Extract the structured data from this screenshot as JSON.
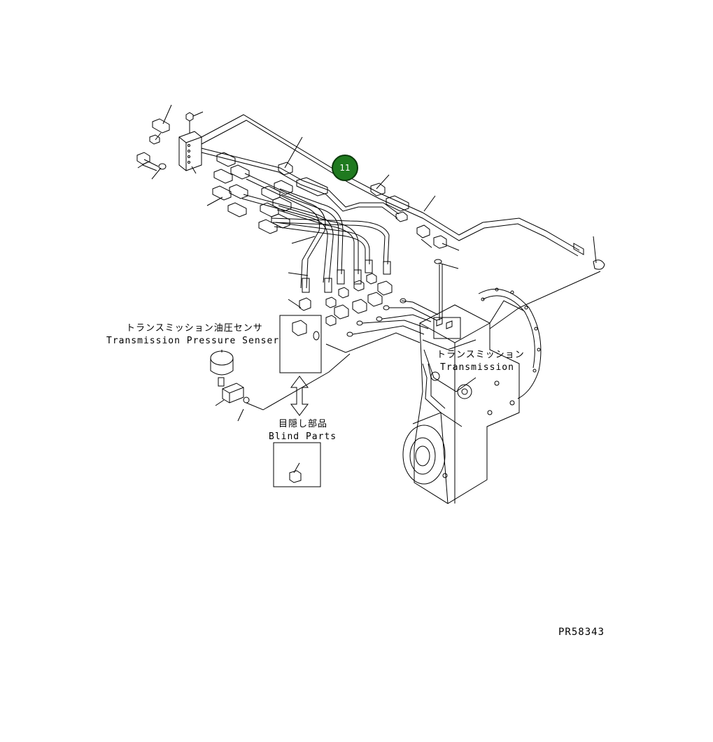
{
  "labels": {
    "sensor_jp": "トランスミッション油圧センサ",
    "sensor_en": "Transmission Pressure Senser",
    "transmission_jp": "トランスミッション",
    "transmission_en": "Transmission",
    "blind_jp": "目隠し部品",
    "blind_en": "Blind Parts",
    "drawing_no": "PR58343"
  },
  "callout": {
    "number": "11",
    "color": "#1f7a1f"
  },
  "colors": {
    "line": "#000000",
    "background": "#ffffff"
  }
}
